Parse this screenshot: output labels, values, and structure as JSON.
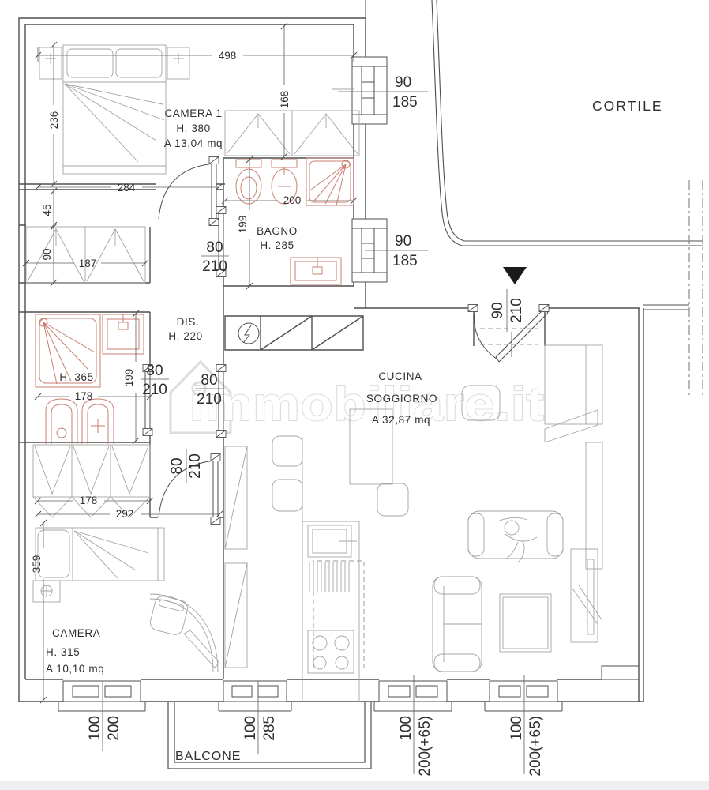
{
  "watermark": {
    "text": "immobiliare.it"
  },
  "areas": {
    "cortile": "CORTILE",
    "balcone": "BALCONE"
  },
  "rooms": {
    "camera1": {
      "name": "CAMERA 1",
      "height": "H. 380",
      "area": "A 13,04 mq"
    },
    "bagno1": {
      "name": "BAGNO",
      "height": "H. 285"
    },
    "dis": {
      "name": "DIS.",
      "height": "H. 220"
    },
    "bagno2": {
      "height": "H. 365"
    },
    "soggiorno": {
      "name": "CUCINA",
      "name2": "SOGGIORNO",
      "area": "A 32,87 mq"
    },
    "camera2": {
      "name": "CAMERA",
      "height": "H. 315",
      "area": "A 10,10 mq"
    }
  },
  "dimensions": {
    "topWidth": "498",
    "camera1Depth": "236",
    "camera1RightDepth": "168",
    "camera1Bottom": "284",
    "recess": "45",
    "wardrobeDepth": "90",
    "wardrobeWidth": "187",
    "bagnoWidth": "200",
    "bagnoDepth": "199",
    "bagno2Width": "178",
    "bagno2Depth": "199",
    "wardrobe2Width": "178",
    "camera2Width": "292",
    "camera2Depth": "359"
  },
  "openings": {
    "windowA": {
      "w": "90",
      "h": "185"
    },
    "windowB": {
      "w": "90",
      "h": "185"
    },
    "doorBagno": {
      "w": "80",
      "h": "210"
    },
    "doorBagno2": {
      "w": "80",
      "h": "210"
    },
    "doorCucina": {
      "w": "80",
      "h": "210"
    },
    "doorCamera2": {
      "w": "80",
      "h": "210"
    },
    "entrance": {
      "w": "90",
      "h": "210"
    },
    "winCamera": {
      "w": "100",
      "h": "200"
    },
    "winBalcony": {
      "w": "100",
      "h": "285"
    },
    "winLiving1": {
      "w": "100",
      "h": "200(+65)"
    },
    "winLiving2": {
      "w": "100",
      "h": "200(+65)"
    }
  }
}
